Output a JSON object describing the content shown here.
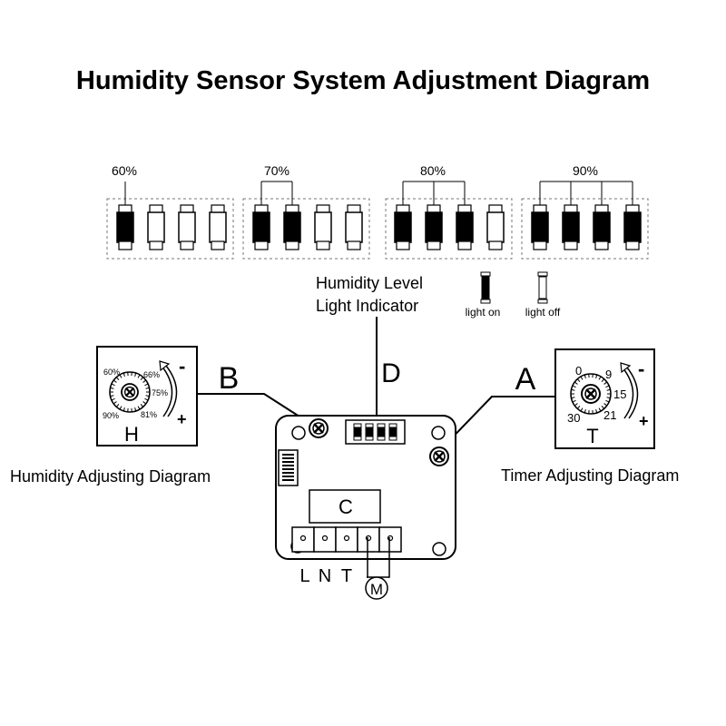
{
  "title": "Humidity Sensor System Adjustment Diagram",
  "levels": [
    {
      "label": "60%",
      "lit": 1
    },
    {
      "label": "70%",
      "lit": 2
    },
    {
      "label": "80%",
      "lit": 3
    },
    {
      "label": "90%",
      "lit": 4
    }
  ],
  "indicator": {
    "title_line1": "Humidity Level",
    "title_line2": "Light Indicator",
    "legend_on": "light on",
    "legend_off": "light off"
  },
  "humidity_panel": {
    "callout": "B",
    "dial_label": "H",
    "minus": "-",
    "plus": "+",
    "scale": [
      "60%",
      "66%",
      "75%",
      "81%",
      "90%"
    ],
    "caption": "Humidity Adjusting Diagram"
  },
  "timer_panel": {
    "callout": "A",
    "dial_label": "T",
    "minus": "-",
    "plus": "+",
    "scale": [
      "0",
      "9",
      "15",
      "21",
      "30"
    ],
    "caption": "Timer Adjusting Diagram"
  },
  "board": {
    "callout_d": "D",
    "chip_label": "C",
    "terminal_labels": [
      "L",
      "N",
      "T"
    ],
    "motor_label": "M"
  },
  "colors": {
    "ink": "#000000",
    "paper": "#ffffff",
    "dashed_border": "#777777"
  }
}
